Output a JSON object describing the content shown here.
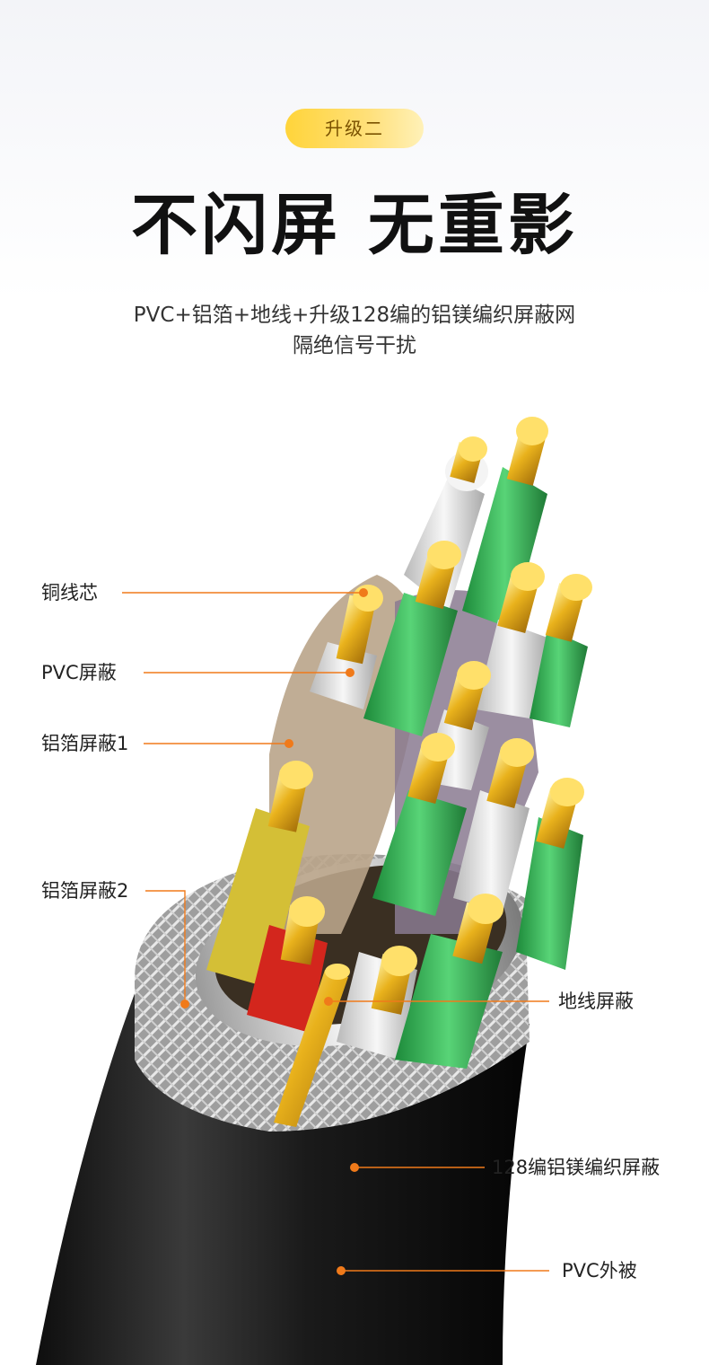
{
  "badge": "升级二",
  "headline": "不闪屏 无重影",
  "subtitle_line1": "PVC+铝箔+地线+升级128编的铝镁编织屏蔽网",
  "subtitle_line2": "隔绝信号干扰",
  "labels": {
    "copper_core": "铜线芯",
    "pvc_shield": "PVC屏蔽",
    "foil_shield_1": "铝箔屏蔽1",
    "foil_shield_2": "铝箔屏蔽2",
    "ground_shield": "地线屏蔽",
    "braid_shield": "128编铝镁编织屏蔽",
    "pvc_jacket": "PVC外被"
  },
  "colors": {
    "leader_line": "#f07a1a",
    "copper": "#e0a814",
    "jacket": "#1c1c1c",
    "green_insulation": "#3bbf5a",
    "white_insulation": "#e8e8e8",
    "yellow_insulation": "#d8c23a",
    "red_insulation": "#d8261c"
  }
}
